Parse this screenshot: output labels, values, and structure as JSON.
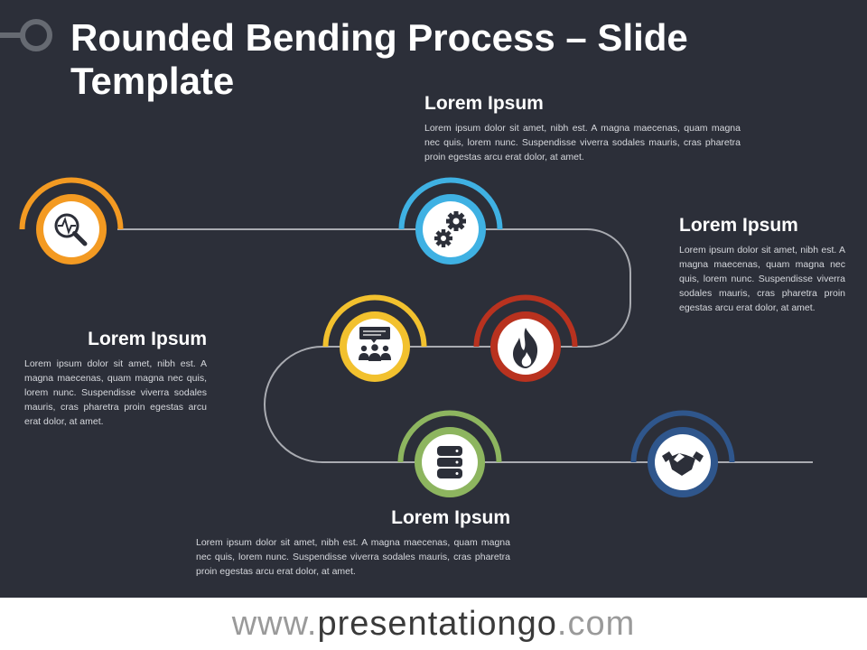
{
  "title": "Rounded Bending Process – Slide Template",
  "steps": [
    {
      "id": "analysis",
      "icon": "magnifier-heartbeat-icon",
      "color": "#f39a22"
    },
    {
      "id": "settings",
      "icon": "gears-icon",
      "color": "#3fb1e3"
    },
    {
      "id": "fire",
      "icon": "flame-icon",
      "color": "#b9321f"
    },
    {
      "id": "meeting",
      "icon": "group-chat-icon",
      "color": "#f2c12e"
    },
    {
      "id": "database",
      "icon": "database-icon",
      "color": "#8db55f"
    },
    {
      "id": "agreement",
      "icon": "handshake-icon",
      "color": "#2f568c"
    }
  ],
  "text_blocks": {
    "top": {
      "heading": "Lorem Ipsum",
      "body": "Lorem ipsum dolor sit amet, nibh est. A magna maecenas, quam magna nec quis, lorem nunc. Suspendisse viverra sodales mauris, cras pharetra proin egestas arcu erat dolor, at amet."
    },
    "right": {
      "heading": "Lorem Ipsum",
      "body": "Lorem ipsum dolor sit amet, nibh est. A magna maecenas, quam magna nec quis, lorem nunc. Suspendisse viverra sodales mauris, cras pharetra proin egestas arcu erat dolor, at amet."
    },
    "left": {
      "heading": "Lorem Ipsum",
      "body": "Lorem ipsum dolor sit amet, nibh est. A magna maecenas, quam magna nec quis, lorem nunc. Suspendisse viverra sodales mauris, cras pharetra proin egestas arcu erat dolor, at amet."
    },
    "bottom": {
      "heading": "Lorem Ipsum",
      "body": "Lorem ipsum dolor sit amet, nibh est. A magna maecenas, quam magna nec quis, lorem nunc. Suspendisse viverra sodales mauris, cras pharetra proin egestas arcu erat dolor, at amet."
    }
  },
  "footer": {
    "prefix": "www.",
    "brand": "presentationgo",
    "suffix": ".com"
  }
}
